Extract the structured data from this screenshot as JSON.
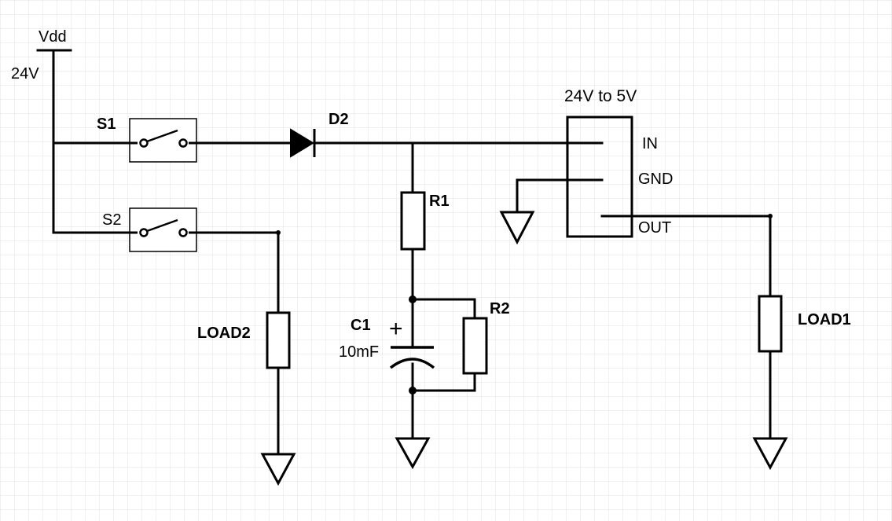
{
  "labels": {
    "supply_name": "Vdd",
    "supply_voltage": "24V",
    "switch1": "S1",
    "switch2": "S2",
    "diode": "D2",
    "resistor1": "R1",
    "resistor2": "R2",
    "capacitor": "C1",
    "capacitor_plus": "+",
    "capacitor_value": "10mF",
    "regulator_title": "24V to 5V",
    "pin_in": "IN",
    "pin_gnd": "GND",
    "pin_out": "OUT",
    "load1": "LOAD1",
    "load2": "LOAD2"
  }
}
